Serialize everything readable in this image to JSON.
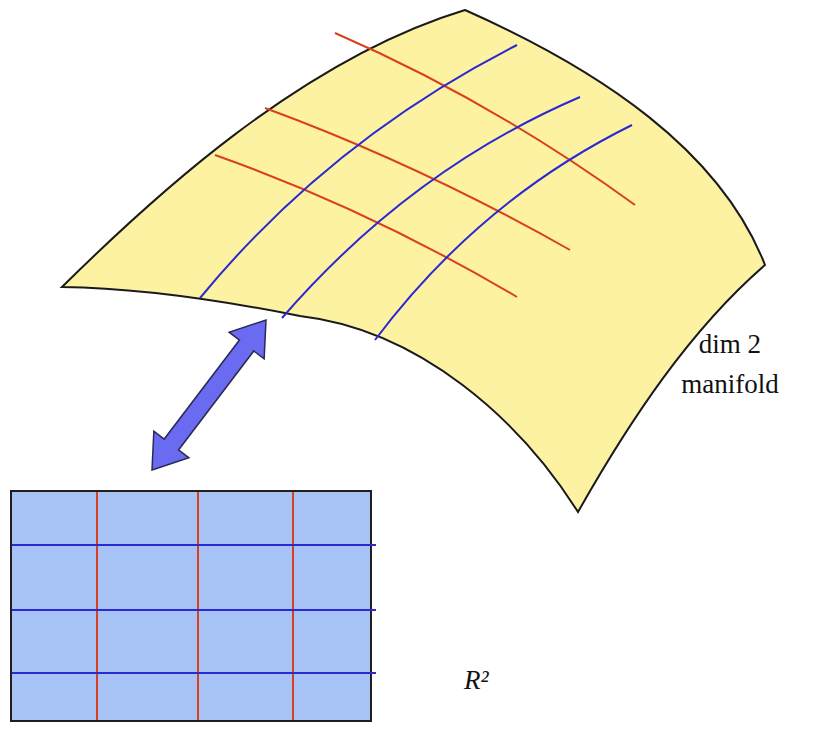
{
  "diagram": {
    "nodes": [
      {
        "text": [
          "dim 2 manifold"
        ]
      },
      {
        "text": [
          "R²"
        ]
      }
    ],
    "edges": [
      {
        "from": 1,
        "to": 0,
        "arrow": "both"
      }
    ]
  }
}
